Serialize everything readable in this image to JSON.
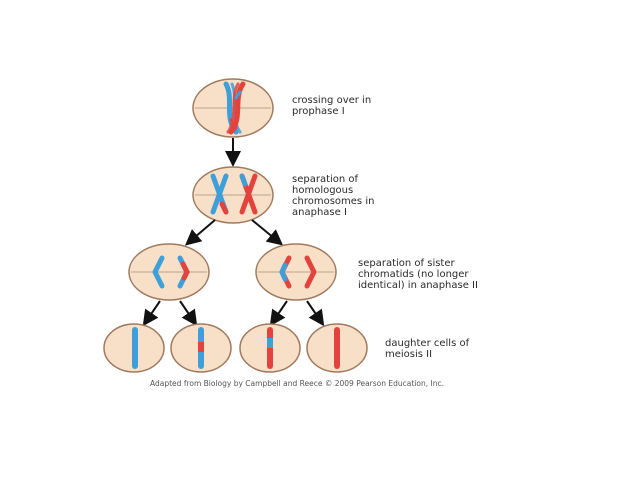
{
  "labels": {
    "prophase1": "crossing over in\nprophase I",
    "anaphase1": "separation of\nhomologous\nchromosomes in\nanaphase I",
    "anaphase2": "separation of sister\nchromatids (no longer\nidentical) in anaphase II",
    "daughter": "daughter cells of\nmeiosis II"
  },
  "credit": "Adapted from Biology by Campbell and Reece © 2009 Pearson Education, Inc.",
  "colors": {
    "cell_fill": "#f7dfc8",
    "cell_stroke": "#a07a5e",
    "spindle": "#b8a690",
    "chromosome_blue": "#3f9fd8",
    "chromosome_red": "#e2433c",
    "arrow": "#111111",
    "label_text": "#2a2a2a"
  }
}
